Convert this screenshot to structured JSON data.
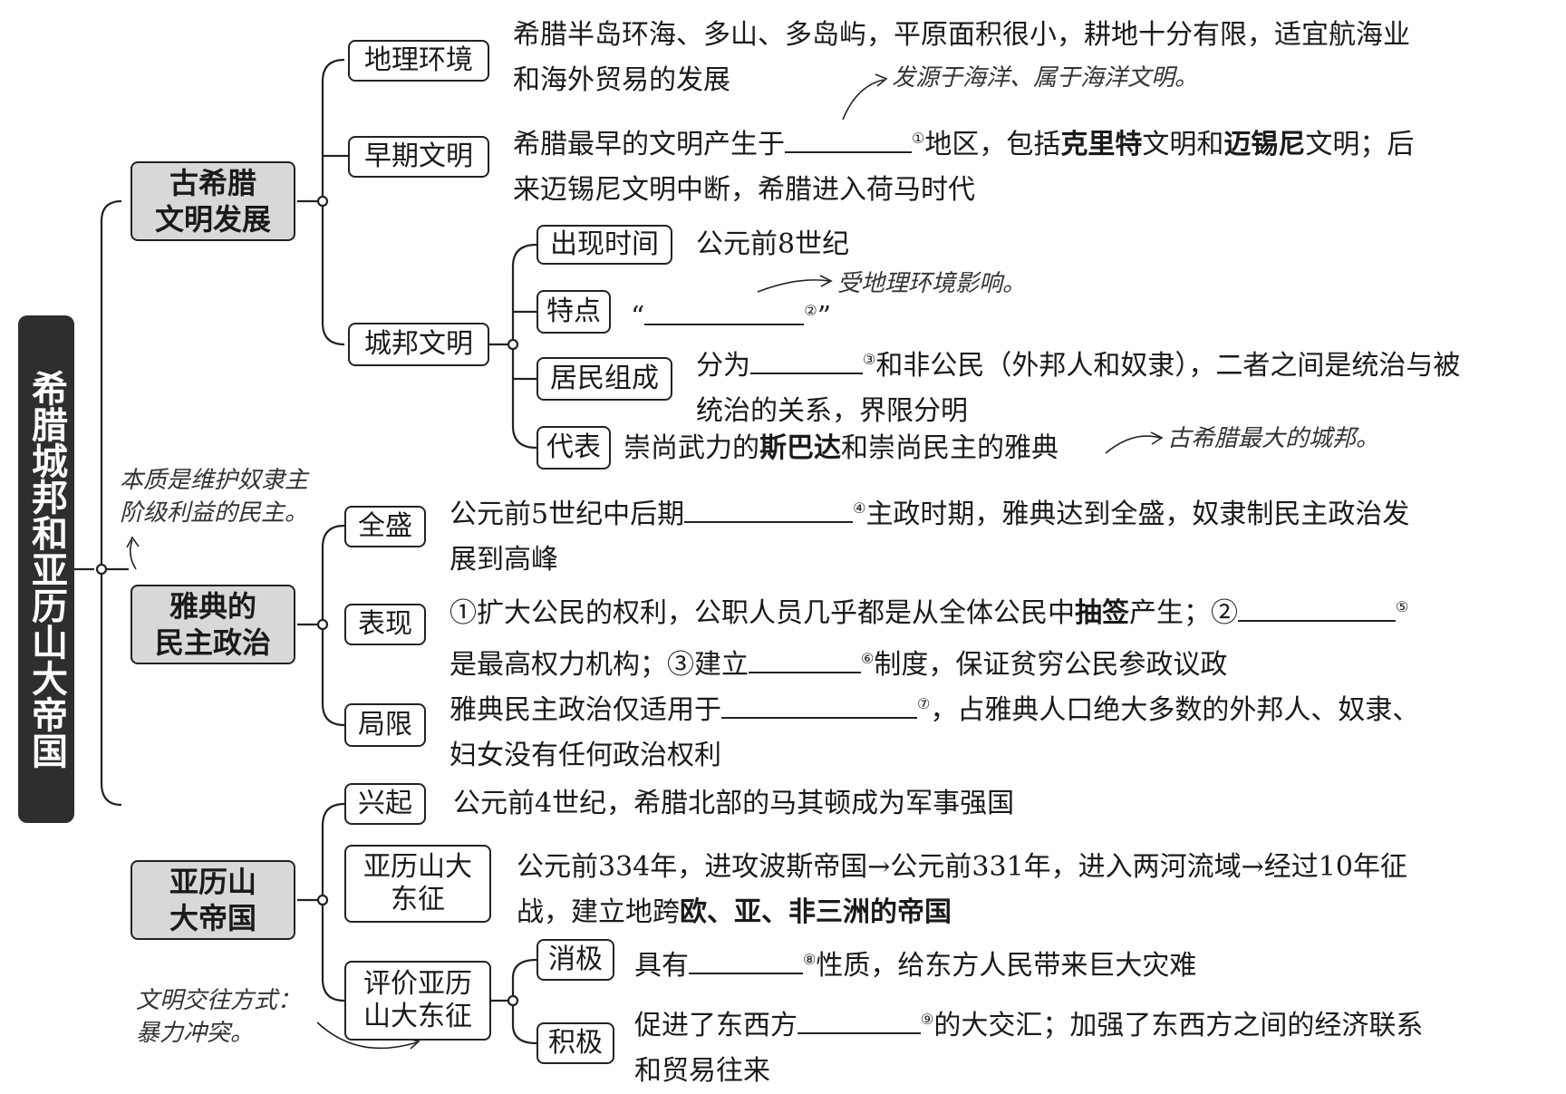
{
  "root": "希腊城邦和亚历山大帝国",
  "greece": {
    "label": "古希腊\n文明发展",
    "geo": {
      "label": "地理环境",
      "text1": "希腊半岛环海、多山、多岛屿，平原面积很小，耕地十分有限，适宜航海业",
      "text2": "和海外贸易的发展",
      "note": "发源于海洋、属于海洋文明。"
    },
    "early": {
      "label": "早期文明",
      "text1a": "希腊最早的文明产生于",
      "num": "①",
      "text1b": "地区，包括",
      "bold1": "克里特",
      "text1c": "文明和",
      "bold2": "迈锡尼",
      "text1d": "文明；后",
      "text2": "来迈锡尼文明中断，希腊进入荷马时代"
    },
    "city": {
      "label": "城邦文明",
      "time": {
        "label": "出现时间",
        "text": "公元前8世纪"
      },
      "feature": {
        "label": "特点",
        "open": "“",
        "num": "②",
        "close": "”",
        "note": "受地理环境影响。"
      },
      "residents": {
        "label": "居民组成",
        "text1a": "分为",
        "num": "③",
        "text1b": "和非公民（外邦人和奴隶），二者之间是统治与被",
        "text2": "统治的关系，界限分明"
      },
      "rep": {
        "label": "代表",
        "text_a": "崇尚武力的",
        "bold": "斯巴达",
        "text_b": "和崇尚民主的雅典",
        "note": "古希腊最大的城邦。"
      }
    }
  },
  "athens": {
    "label": "雅典的\n民主政治",
    "note": "本质是维护奴隶主\n阶级利益的民主。",
    "peak": {
      "label": "全盛",
      "text1a": "公元前5世纪中后期",
      "num": "④",
      "text1b": "主政时期，雅典达到全盛，奴隶制民主政治发",
      "text2": "展到高峰"
    },
    "show": {
      "label": "表现",
      "text1a": "①扩大公民的权利，公职人员几乎都是从全体公民中",
      "bold": "抽签",
      "text1b": "产生；②",
      "num1": "⑤",
      "text2a": "是最高权力机构；③建立",
      "num2": "⑥",
      "text2b": "制度，保证贫穷公民参政议政"
    },
    "limit": {
      "label": "局限",
      "text1a": "雅典民主政治仅适用于",
      "num": "⑦",
      "text1b": "，占雅典人口绝大多数的外邦人、奴隶、",
      "text2": "妇女没有任何政治权利"
    }
  },
  "alexander": {
    "label": "亚历山\n大帝国",
    "note": "文明交往方式：\n暴力冲突。",
    "rise": {
      "label": "兴起",
      "text": "公元前4世纪，希腊北部的马其顿成为军事强国"
    },
    "east": {
      "label": "亚历山大\n东征",
      "text1": "公元前334年，进攻波斯帝国→公元前331年，进入两河流域→经过10年征",
      "text2a": "战，建立地跨",
      "bold": "欧、亚、非三洲的帝国"
    },
    "eval": {
      "label": "评价亚历\n山大东征",
      "neg": {
        "label": "消极",
        "text_a": "具有",
        "num": "⑧",
        "text_b": "性质，给东方人民带来巨大灾难"
      },
      "pos": {
        "label": "积极",
        "text1a": "促进了东西方",
        "num": "⑨",
        "text1b": "的大交汇；加强了东西方之间的经济联系",
        "text2": "和贸易往来"
      }
    }
  }
}
